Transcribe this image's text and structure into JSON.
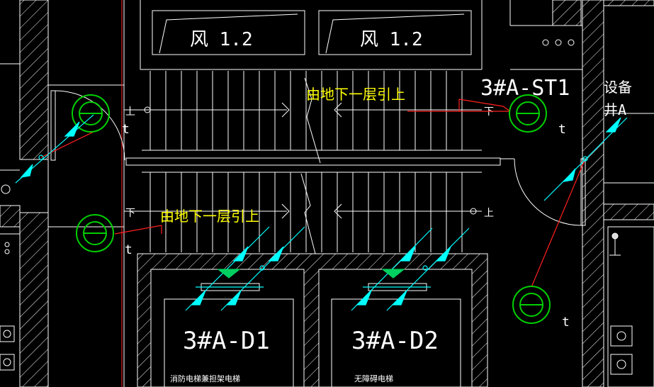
{
  "colors": {
    "background": "#000000",
    "wall": "#ffffff",
    "stair": "#ffffff",
    "leader": "#ff2020",
    "detector": "#00d000",
    "sprinkler": "#00ffff",
    "annotation": "#ffff00"
  },
  "labels": {
    "vent_left": "风 1.2",
    "vent_right": "风 1.2",
    "stair_id": "3#A-ST1",
    "riser_top": "由地下一层引上",
    "riser_left": "由地下一层引上",
    "room_right_line1": "设备",
    "room_right_line2": "井A",
    "elevator_1": "3#A-D1",
    "elevator_2": "3#A-D2",
    "elevator_1_sub": "消防电梯兼担架电梯",
    "elevator_2_sub": "无障碍电梯",
    "stair_up_top": "上",
    "stair_down_top": "下",
    "stair_down_mid": "下",
    "stair_up_mid": "上",
    "detector_tag": "t"
  },
  "detectors": [
    {
      "name": "detector-top-left",
      "tag": "t"
    },
    {
      "name": "detector-top-right",
      "tag": "t"
    },
    {
      "name": "detector-mid-left",
      "tag": "t"
    },
    {
      "name": "detector-bottom-right",
      "tag": "t"
    }
  ]
}
